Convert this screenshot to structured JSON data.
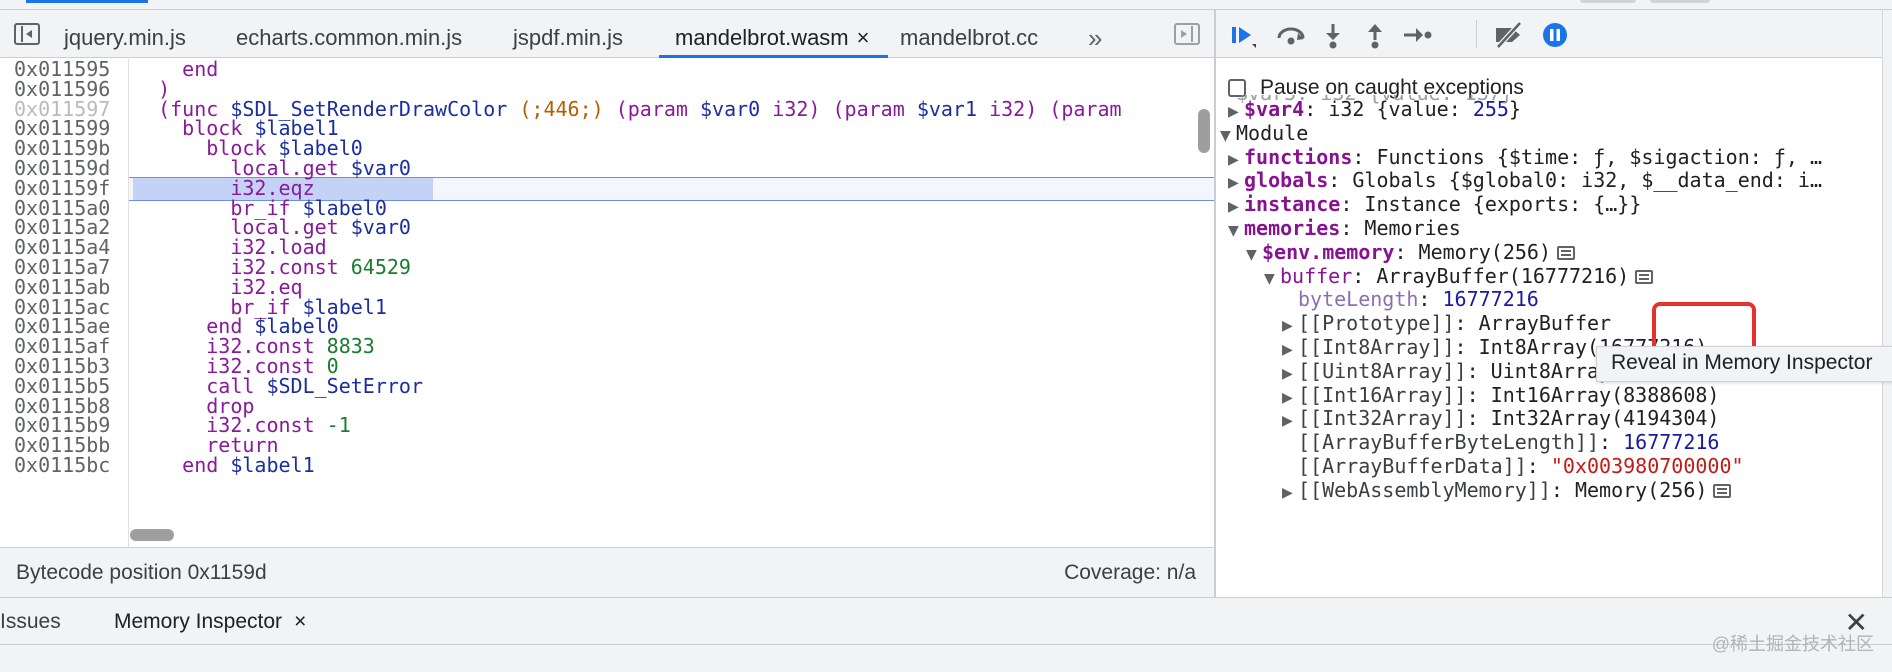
{
  "editor_tabs": [
    {
      "label": "jquery.min.js"
    },
    {
      "label": "echarts.common.min.js"
    },
    {
      "label": "jspdf.min.js"
    },
    {
      "label": "mandelbrot.wasm",
      "active": true,
      "close": "×"
    },
    {
      "label": "mandelbrot.cc"
    }
  ],
  "more_tabs": "»",
  "code": {
    "lines": [
      {
        "addr": "0x011595",
        "text": "    end"
      },
      {
        "addr": "0x011596",
        "text": "  )"
      },
      {
        "addr": "0x011597",
        "text": "  (func $SDL_SetRenderDrawColor (;446;) (param $var0 i32) (param $var1 i32) (param"
      },
      {
        "addr": "0x011599",
        "text": "    block $label1"
      },
      {
        "addr": "0x01159b",
        "text": "      block $label0"
      },
      {
        "addr": "0x01159d",
        "text": "        local.get $var0"
      },
      {
        "addr": "0x01159f",
        "text": "        i32.eqz"
      },
      {
        "addr": "0x0115a0",
        "text": "        br_if $label0"
      },
      {
        "addr": "0x0115a2",
        "text": "        local.get $var0"
      },
      {
        "addr": "0x0115a4",
        "text": "        i32.load"
      },
      {
        "addr": "0x0115a7",
        "text": "        i32.const 64529"
      },
      {
        "addr": "0x0115ab",
        "text": "        i32.eq"
      },
      {
        "addr": "0x0115ac",
        "text": "        br_if $label1"
      },
      {
        "addr": "0x0115ae",
        "text": "      end $label0"
      },
      {
        "addr": "0x0115af",
        "text": "      i32.const 8833"
      },
      {
        "addr": "0x0115b3",
        "text": "      i32.const 0"
      },
      {
        "addr": "0x0115b5",
        "text": "      call $SDL_SetError"
      },
      {
        "addr": "0x0115b8",
        "text": "      drop"
      },
      {
        "addr": "0x0115b9",
        "text": "      i32.const -1"
      },
      {
        "addr": "0x0115bb",
        "text": "      return"
      },
      {
        "addr": "0x0115bc",
        "text": "    end $label1"
      }
    ],
    "current_line_addr": "0x01159d"
  },
  "status": {
    "bytecode_position": "Bytecode position 0x1159d",
    "coverage": "Coverage: n/a"
  },
  "debugger": {
    "pause_on_caught_label": "Pause on caught exceptions",
    "pause_on_caught_checked": false,
    "clipped_line": "$var3: i32 {value: 137}",
    "tree": [
      {
        "indent": 1,
        "arrow": "▶",
        "key": "$var4",
        "sep": ": ",
        "value": "i32 {value: ",
        "num": "255",
        "tail": "}"
      },
      {
        "indent": 0,
        "arrow": "▼",
        "key": "Module",
        "plain": true
      },
      {
        "indent": 1,
        "arrow": "▶",
        "key": "functions",
        "sep": ": ",
        "value": "Functions {$time: ƒ, $sigaction: ƒ, …"
      },
      {
        "indent": 1,
        "arrow": "▶",
        "key": "globals",
        "sep": ": ",
        "value": "Globals {$global0: i32, $__data_end: i…"
      },
      {
        "indent": 1,
        "arrow": "▶",
        "key": "instance",
        "sep": ": ",
        "value": "Instance {exports: {…}}"
      },
      {
        "indent": 1,
        "arrow": "▼",
        "key": "memories",
        "sep": ": ",
        "value": "Memories"
      },
      {
        "indent": 2,
        "arrow": "▼",
        "key": "$env.memory",
        "sep": ": ",
        "value": "Memory(256)",
        "icon": true
      },
      {
        "indent": 3,
        "arrow": "▼",
        "key": "buffer",
        "sep": ": ",
        "value": "ArrayBuffer(16777216)",
        "icon": true,
        "normal": true
      },
      {
        "indent": 4,
        "arrow": "",
        "key": "byteLength",
        "sep": ": ",
        "num": "16777216",
        "lite": true
      },
      {
        "indent": 4,
        "arrow": "▶",
        "key": "[[Prototype]]",
        "sep": ": ",
        "value": "ArrayBuffer",
        "grey": true
      },
      {
        "indent": 4,
        "arrow": "▶",
        "key": "[[Int8Array]]",
        "sep": ": ",
        "value": "Int8Array(16777216)",
        "grey": true
      },
      {
        "indent": 4,
        "arrow": "▶",
        "key": "[[Uint8Array]]",
        "sep": ": ",
        "value": "Uint8Array(16777216)",
        "grey": true
      },
      {
        "indent": 4,
        "arrow": "▶",
        "key": "[[Int16Array]]",
        "sep": ": ",
        "value": "Int16Array(8388608)",
        "grey": true
      },
      {
        "indent": 4,
        "arrow": "▶",
        "key": "[[Int32Array]]",
        "sep": ": ",
        "value": "Int32Array(4194304)",
        "grey": true
      },
      {
        "indent": 4,
        "arrow": "",
        "key": "[[ArrayBufferByteLength]]",
        "sep": ": ",
        "num": "16777216",
        "grey": true
      },
      {
        "indent": 4,
        "arrow": "",
        "key": "[[ArrayBufferData]]",
        "sep": ": ",
        "str": "\"0x003980700000\"",
        "grey": true
      },
      {
        "indent": 4,
        "arrow": "▶",
        "key": "[[WebAssemblyMemory]]",
        "sep": ": ",
        "value": "Memory(256)",
        "icon": true,
        "grey": true
      }
    ],
    "tooltip": "Reveal in Memory Inspector"
  },
  "drawer": {
    "tabs": [
      {
        "label": "Issues"
      },
      {
        "label": "Memory Inspector",
        "active": true,
        "close": "×"
      }
    ],
    "close": "✕"
  },
  "watermark": "@稀土掘金技术社区",
  "colors": {
    "accent": "#1a73e8",
    "highlight_box": "#e5322d",
    "current_line": "#c4d2f6"
  }
}
